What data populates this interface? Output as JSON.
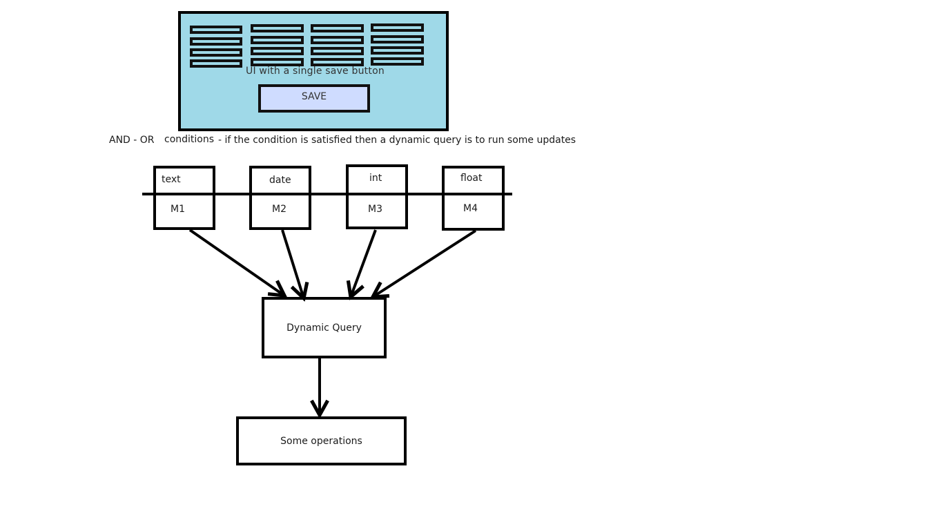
{
  "colors": {
    "panel_background": "#9fd9e8",
    "save_button_background": "#cfdcff",
    "stroke": "#000000"
  },
  "ui_mockup": {
    "caption": "UI with a single save  button",
    "save_button_label": "SAVE"
  },
  "conditions_line": {
    "and_or": "AND - OR",
    "conditions": "conditions",
    "description": "- if the condition is satisfied then a dynamic query is to run some updates"
  },
  "modules": [
    {
      "type": "text",
      "label": "M1"
    },
    {
      "type": "date",
      "label": "M2"
    },
    {
      "type": "int",
      "label": "M3"
    },
    {
      "type": "float",
      "label": "M4"
    }
  ],
  "dynamic_query": {
    "label": "Dynamic Query"
  },
  "some_operations": {
    "label": "Some operations"
  }
}
